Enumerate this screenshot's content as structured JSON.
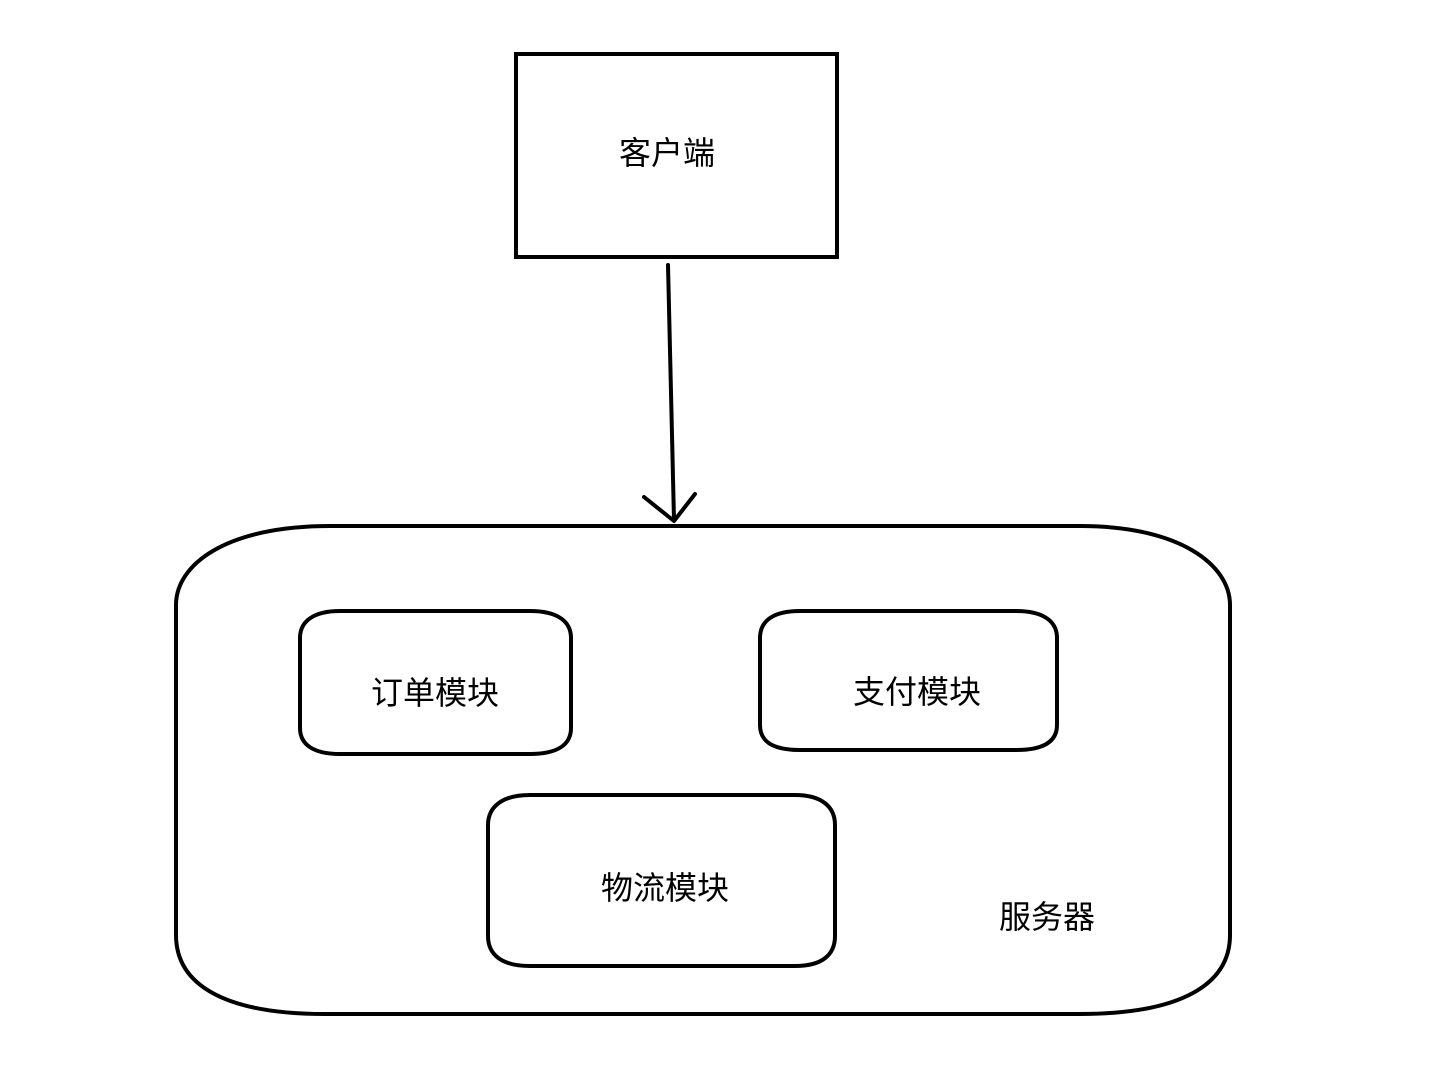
{
  "diagram": {
    "client": {
      "label": "客户端"
    },
    "server": {
      "label": "服务器",
      "modules": [
        {
          "label": "订单模块"
        },
        {
          "label": "支付模块"
        },
        {
          "label": "物流模块"
        }
      ]
    },
    "connection": {
      "from": "客户端",
      "to": "服务器",
      "arrow": "down"
    },
    "colors": {
      "stroke": "#000000",
      "background": "#ffffff",
      "text": "#000000"
    }
  }
}
